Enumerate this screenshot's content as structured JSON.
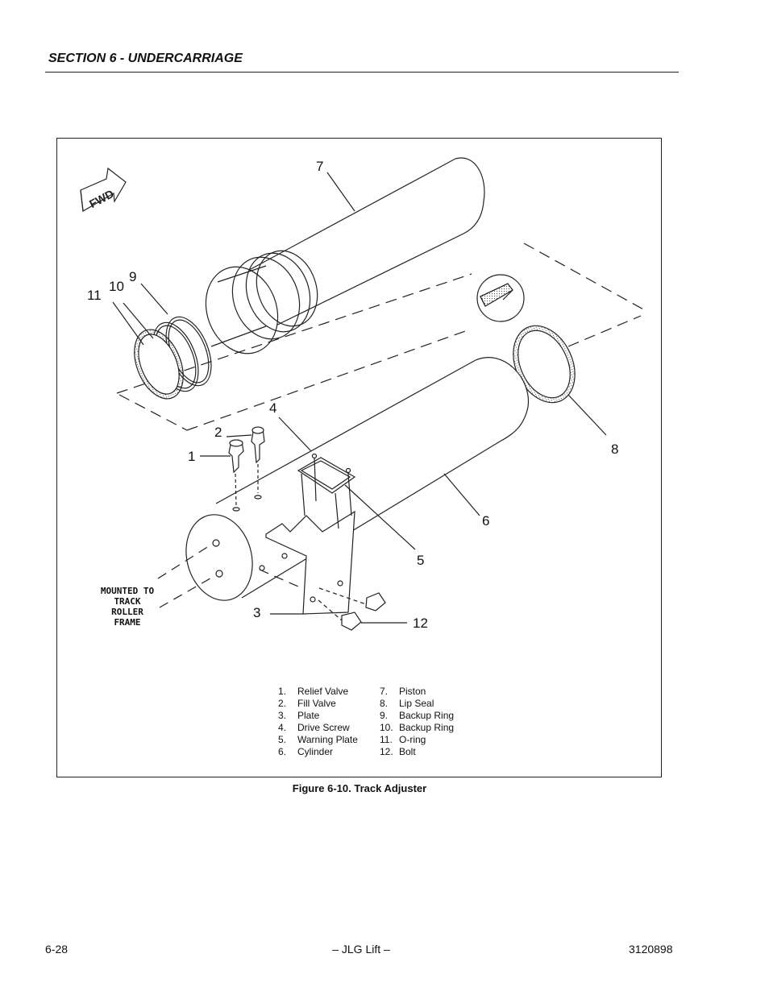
{
  "header": {
    "section_title": "SECTION 6 - UNDERCARRIAGE"
  },
  "figure": {
    "fwd_label": "FWD",
    "mounted_label": [
      "MOUNTED TO",
      "TRACK",
      "ROLLER",
      "FRAME"
    ],
    "callouts": [
      "1",
      "2",
      "3",
      "4",
      "5",
      "6",
      "7",
      "8",
      "9",
      "10",
      "11",
      "12"
    ],
    "legend_left": [
      {
        "num": "1.",
        "label": "Relief Valve"
      },
      {
        "num": "2.",
        "label": "Fill Valve"
      },
      {
        "num": "3.",
        "label": "Plate"
      },
      {
        "num": "4.",
        "label": "Drive Screw"
      },
      {
        "num": "5.",
        "label": "Warning Plate"
      },
      {
        "num": "6.",
        "label": "Cylinder"
      }
    ],
    "legend_right": [
      {
        "num": "7.",
        "label": "Piston"
      },
      {
        "num": "8.",
        "label": "Lip Seal"
      },
      {
        "num": "9.",
        "label": "Backup Ring"
      },
      {
        "num": "10.",
        "label": "Backup Ring"
      },
      {
        "num": "11.",
        "label": "O-ring"
      },
      {
        "num": "12.",
        "label": "Bolt"
      }
    ],
    "caption": "Figure 6-10.  Track Adjuster"
  },
  "footer": {
    "page_number": "6-28",
    "center": "– JLG Lift –",
    "doc_number": "3120898"
  }
}
